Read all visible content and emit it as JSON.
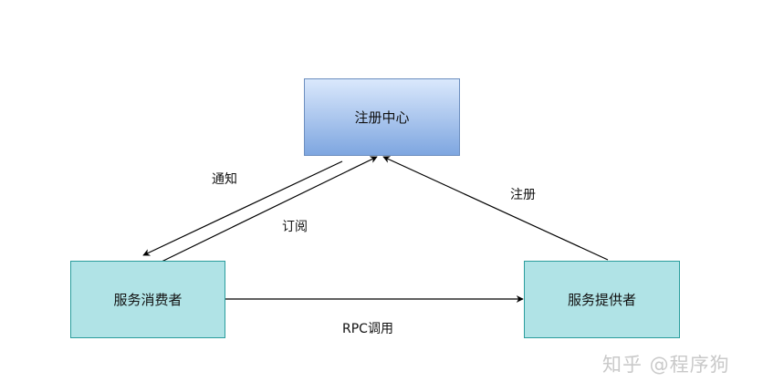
{
  "nodes": {
    "registry": "注册中心",
    "consumer": "服务消费者",
    "provider": "服务提供者"
  },
  "edges": {
    "notify": "通知",
    "subscribe": "订阅",
    "register": "注册",
    "rpc": "RPC调用"
  },
  "watermark": "知乎 @程序狗"
}
